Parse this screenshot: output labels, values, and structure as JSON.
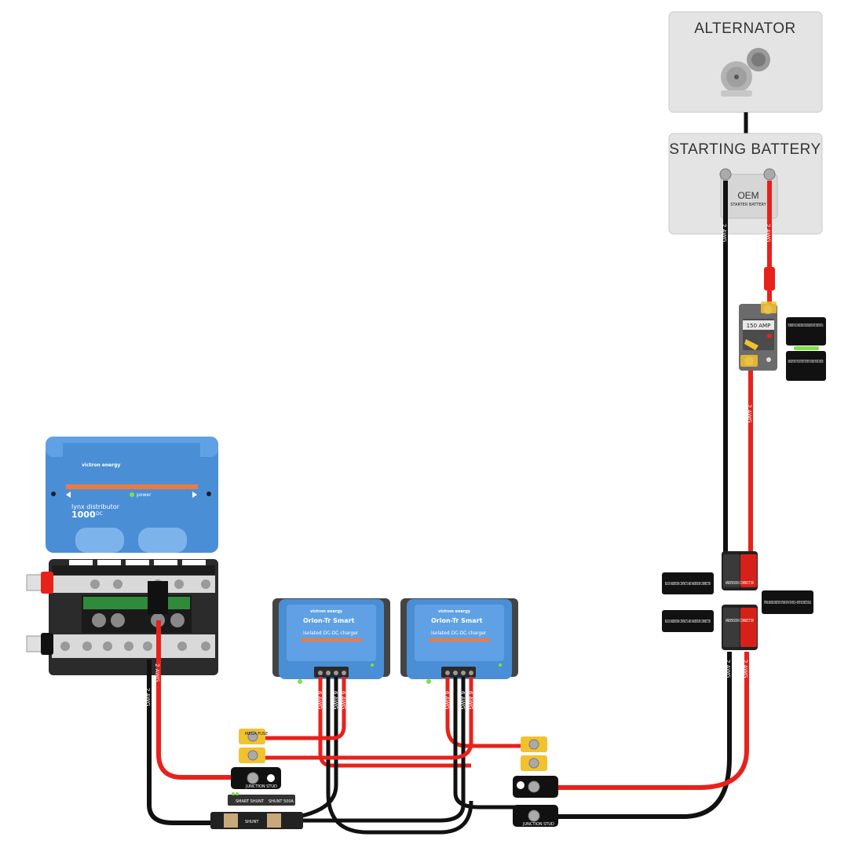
{
  "alternator": {
    "label": "ALTERNATOR"
  },
  "starting_battery": {
    "label": "STARTING BATTERY",
    "badge": "OEM",
    "sub": "STARTER BATTERY"
  },
  "breaker": {
    "rating": "150 AMP"
  },
  "notes": {
    "breaker_top": "THIS BREAKER FOR 12V CHARGE ENGINE OR VOLVO ENGINE WITH RIGHT CONNECTION KIT(-G)",
    "breaker_bottom": "SHOWN ON/OFF SWITCH AT THIS SIDE TO PROTECT THE DEFINITE. IF NO POSSIBILITY FOR DIRECT CONNECTION",
    "connector_left_top": "BLOCK ANDERSON CONTACTS AND ANDERSON CONNECTOR",
    "connector_left_bottom": "BLOCK ANDERSON CONTACTS AND ANDERSON CONNECTOR",
    "connector_right": "OPTIONAL ANDERSON CONNECTORS FOR TOWING WITH A TOW VEHICLE (= BATTERY DISCONNECTED PLUGS)"
  },
  "anderson": {
    "label": "ANDERSON CONNECTOR"
  },
  "lynx": {
    "brand": "victron energy",
    "name": "lynx distributor",
    "model": "1000",
    "unit": "DC",
    "status": "power"
  },
  "orion": [
    {
      "brand": "victron energy",
      "name": "Orion-Tr Smart",
      "desc": "isolated DC-DC charger"
    },
    {
      "brand": "victron energy",
      "name": "Orion-Tr Smart",
      "desc": "isolated DC-DC charger"
    }
  ],
  "cable_labels": {
    "alt_neg": "2 AWG",
    "alt_pos": "2 AWG",
    "breaker_pos": "2 AWG",
    "lower_neg": "2 AWG",
    "lower_pos": "2 AWG",
    "lynx_pos": "2 AWG",
    "lynx_neg": "2 AWG",
    "orion": "6 AWG"
  },
  "fuse_label": "MEGA FUSE",
  "junction": {
    "label": "JUNCTION STUD"
  },
  "shunt": {
    "label": "SHUNT",
    "left": "SMART SHUNT",
    "right": "SHUNT 500A"
  },
  "colors": {
    "positive": "#e8211b",
    "negative": "#111111",
    "victron_blue": "#4a8fd6",
    "fuse_yellow": "#f2c12e",
    "panel_gray": "#e6e6e6"
  }
}
